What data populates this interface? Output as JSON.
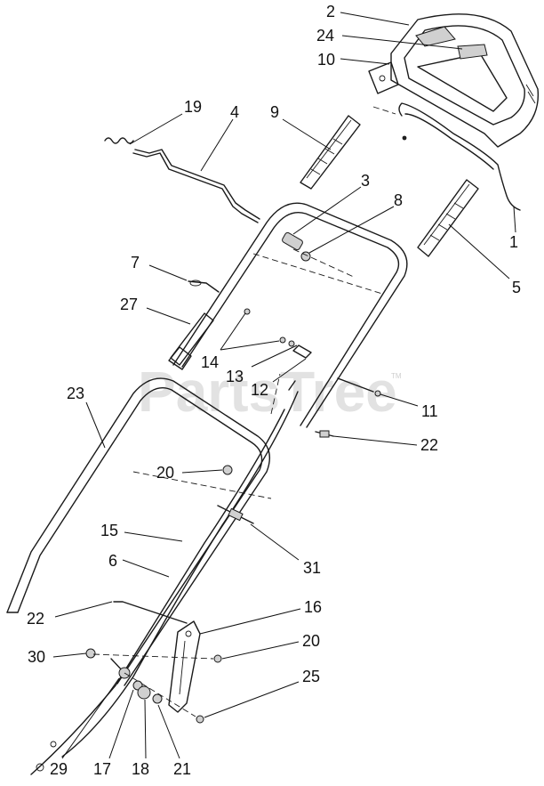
{
  "watermark": {
    "text": "PartsTree",
    "trademark": "TM"
  },
  "callouts": [
    {
      "id": "c-2",
      "label": "2"
    },
    {
      "id": "c-24",
      "label": "24"
    },
    {
      "id": "c-10",
      "label": "10"
    },
    {
      "id": "c-19",
      "label": "19"
    },
    {
      "id": "c-4",
      "label": "4"
    },
    {
      "id": "c-9",
      "label": "9"
    },
    {
      "id": "c-3",
      "label": "3"
    },
    {
      "id": "c-8",
      "label": "8"
    },
    {
      "id": "c-1",
      "label": "1"
    },
    {
      "id": "c-5",
      "label": "5"
    },
    {
      "id": "c-7",
      "label": "7"
    },
    {
      "id": "c-27",
      "label": "27"
    },
    {
      "id": "c-14",
      "label": "14"
    },
    {
      "id": "c-13",
      "label": "13"
    },
    {
      "id": "c-12",
      "label": "12"
    },
    {
      "id": "c-11",
      "label": "11"
    },
    {
      "id": "c-23",
      "label": "23"
    },
    {
      "id": "c-22a",
      "label": "22"
    },
    {
      "id": "c-20a",
      "label": "20"
    },
    {
      "id": "c-15",
      "label": "15"
    },
    {
      "id": "c-6",
      "label": "6"
    },
    {
      "id": "c-31",
      "label": "31"
    },
    {
      "id": "c-16",
      "label": "16"
    },
    {
      "id": "c-22b",
      "label": "22"
    },
    {
      "id": "c-20b",
      "label": "20"
    },
    {
      "id": "c-30",
      "label": "30"
    },
    {
      "id": "c-25",
      "label": "25"
    },
    {
      "id": "c-29",
      "label": "29"
    },
    {
      "id": "c-17",
      "label": "17"
    },
    {
      "id": "c-18",
      "label": "18"
    },
    {
      "id": "c-21",
      "label": "21"
    }
  ]
}
